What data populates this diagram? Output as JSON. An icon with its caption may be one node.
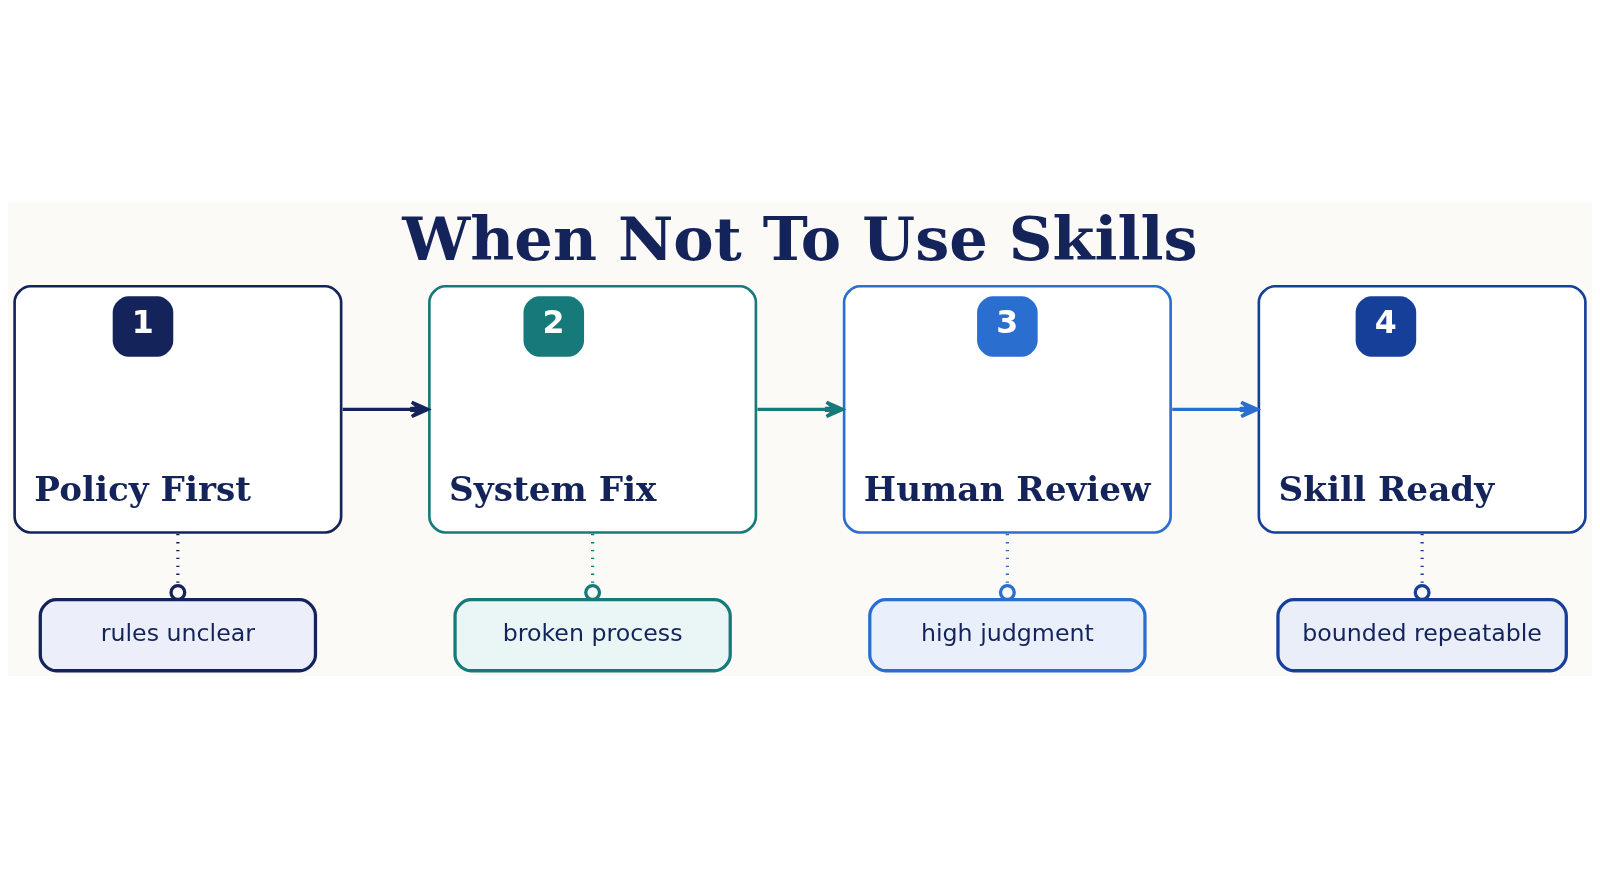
{
  "diagram": {
    "title": "When Not To Use Skills",
    "nodes": [
      {
        "text": [
          "1",
          "Policy First"
        ]
      },
      {
        "text": [
          "2",
          "System Fix"
        ]
      },
      {
        "text": [
          "3",
          "Human Review"
        ]
      },
      {
        "text": [
          "4",
          "Skill Ready"
        ]
      },
      {
        "text": [
          "rules unclear"
        ]
      },
      {
        "text": [
          "broken process"
        ]
      },
      {
        "text": [
          "high judgment"
        ]
      },
      {
        "text": [
          "bounded repeatable"
        ]
      }
    ],
    "edges": [
      {
        "from": 0,
        "to": 1,
        "arrow": "to",
        "color": "#14245a"
      },
      {
        "from": 1,
        "to": 2,
        "arrow": "to",
        "color": "#177a7a"
      },
      {
        "from": 2,
        "to": 3,
        "arrow": "to",
        "color": "#2a6fd0"
      },
      {
        "from": 0,
        "to": 4,
        "arrow": "other",
        "style": "dashed",
        "color": "#14245a"
      },
      {
        "from": 1,
        "to": 5,
        "arrow": "other",
        "style": "dashed",
        "color": "#177a7a"
      },
      {
        "from": 2,
        "to": 6,
        "arrow": "other",
        "style": "dashed",
        "color": "#2a6fd0"
      },
      {
        "from": 3,
        "to": 7,
        "arrow": "other",
        "style": "dashed",
        "color": "#163f9a"
      }
    ]
  }
}
